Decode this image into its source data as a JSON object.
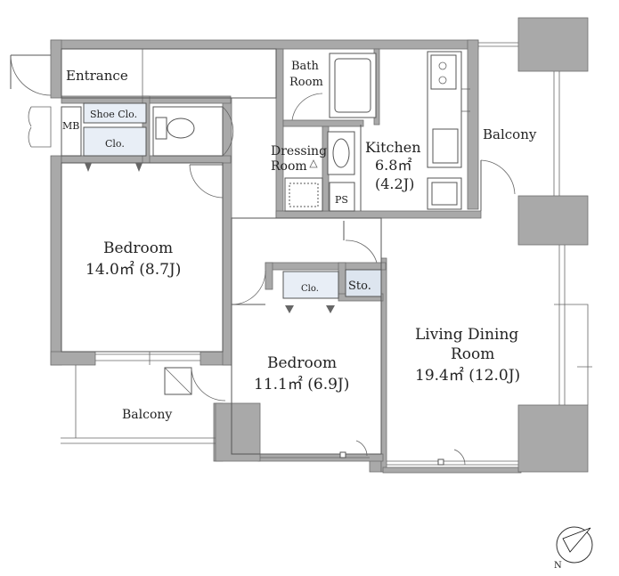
{
  "floorplan": {
    "rooms": {
      "entrance": "Entrance",
      "mb": "MB",
      "shoe_closet": "Shoe Clo.",
      "closet_1": "Clo.",
      "closet_2": "Clo.",
      "bath_line1": "Bath",
      "bath_line2": "Room",
      "dressing_line1": "Dressing",
      "dressing_line2": "Room",
      "ps": "PS",
      "kitchen_name": "Kitchen",
      "kitchen_area": "6.8㎡",
      "kitchen_j": "(4.2J)",
      "balcony_east": "Balcony",
      "bedroom1_name": "Bedroom",
      "bedroom1_area": "14.0㎡ (8.7J)",
      "storage": "Sto.",
      "bedroom2_name": "Bedroom",
      "bedroom2_area": "11.1㎡ (6.9J)",
      "ldr_line1": "Living Dining",
      "ldr_line2": "Room",
      "ldr_area": "19.4㎡ (12.0J)",
      "balcony_south": "Balcony"
    },
    "compass_label": "N",
    "icons": [
      "stove-icon",
      "toilet-icon",
      "sink-icon",
      "bathtub-icon",
      "compass-icon"
    ]
  }
}
